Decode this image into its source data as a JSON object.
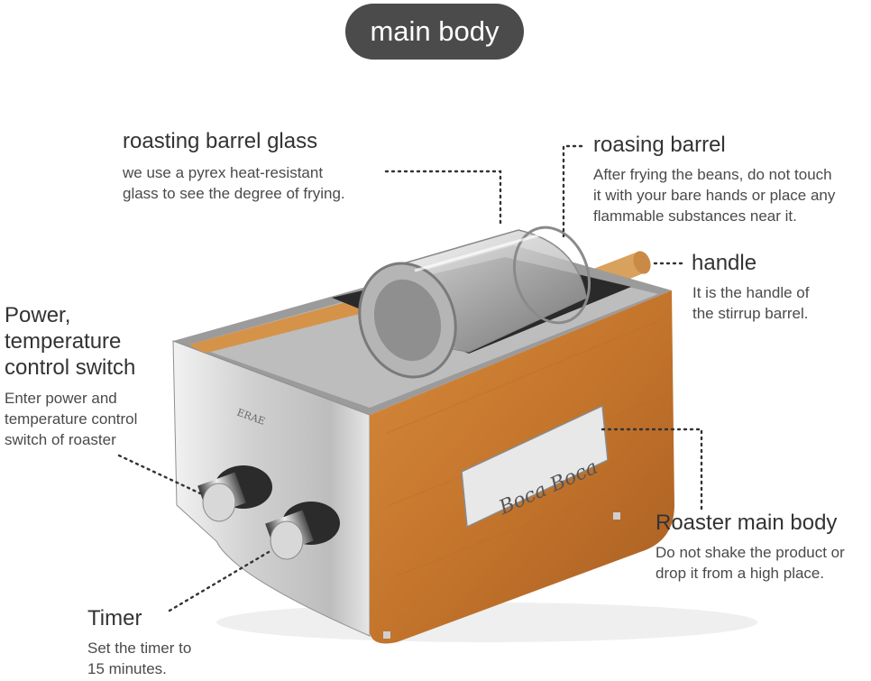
{
  "header": {
    "title": "main body"
  },
  "callouts": {
    "glass": {
      "title": "roasting barrel glass",
      "desc": "we use a pyrex heat-resistant\nglass to see the degree of frying."
    },
    "barrel": {
      "title": "roasing barrel",
      "desc": "After frying the beans, do not touch\nit with your bare hands or place any\nflammable substances near it."
    },
    "handle": {
      "title": "handle",
      "desc": "It is the handle of\nthe stirrup barrel."
    },
    "power": {
      "title": "Power,\ntemperature\ncontrol switch",
      "desc": "Enter power and\ntemperature control\nswitch of roaster"
    },
    "body": {
      "title": "Roaster main body",
      "desc": "Do not shake the product or\ndrop it from a high place."
    },
    "timer": {
      "title": "Timer",
      "desc": "Set the timer to\n15 minutes."
    }
  },
  "product": {
    "brand_plate": "Boca Boca",
    "maker_mark": "ERAE"
  },
  "colors": {
    "pill_bg": "#4b4b4b",
    "wood": "#c8782e",
    "steel": "#d9d9d9",
    "leader": "#333333"
  }
}
